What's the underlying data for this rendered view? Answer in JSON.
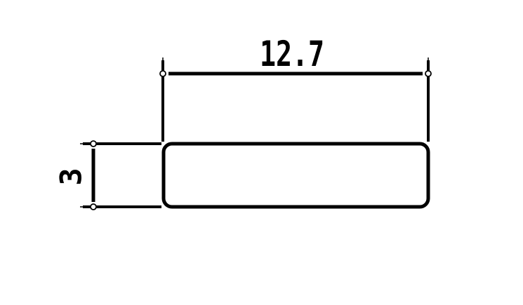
{
  "drawing": {
    "kind": "technical-dimension-drawing",
    "part": "flat-bar-rectangular-profile",
    "line_color": "#000000",
    "background_color": "#ffffff",
    "dimensions": {
      "width_label": "12.7",
      "height_label": "3"
    }
  }
}
